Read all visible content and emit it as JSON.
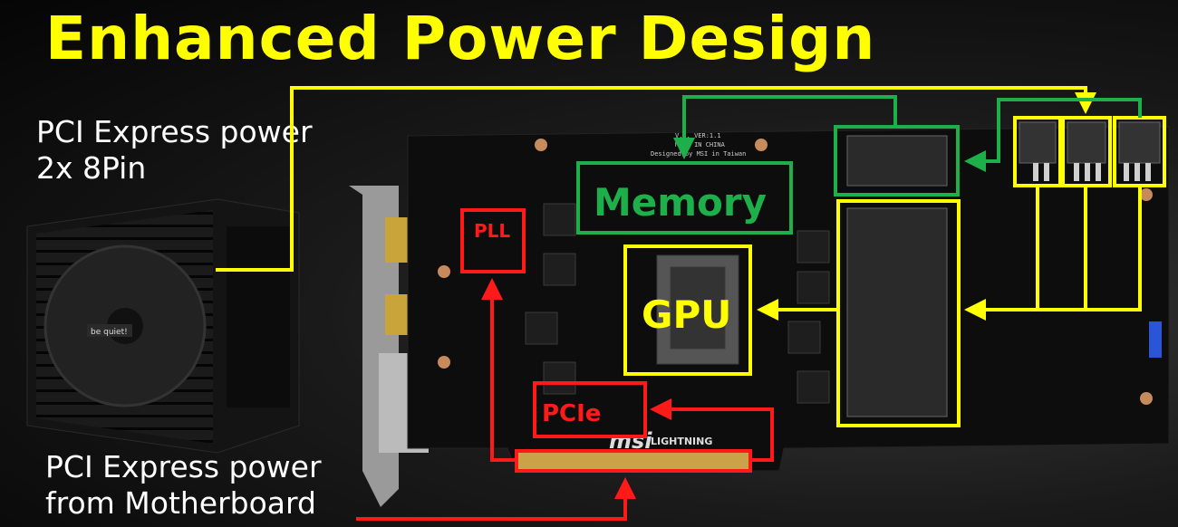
{
  "title": "Enhanced Power Design",
  "captions": {
    "psu_line1": "PCI Express power",
    "psu_line2": "2x 8Pin",
    "mb_line1": "PCI Express power",
    "mb_line2": "from Motherboard"
  },
  "labels": {
    "memory": "Memory",
    "gpu": "GPU",
    "pll": "PLL",
    "pcie": "PCIe"
  },
  "board_text": {
    "line1": "V... VER:1.1",
    "line2": "MADE IN CHINA",
    "line3": "Designed by MSI in Taiwan",
    "brand": "msi",
    "brand_sub": "LIGHTNING",
    "psu_brand": "be quiet!"
  },
  "colors": {
    "title": "#ffff00",
    "yellow": "#ffff00",
    "green": "#1db04a",
    "red": "#ff1a1a"
  }
}
